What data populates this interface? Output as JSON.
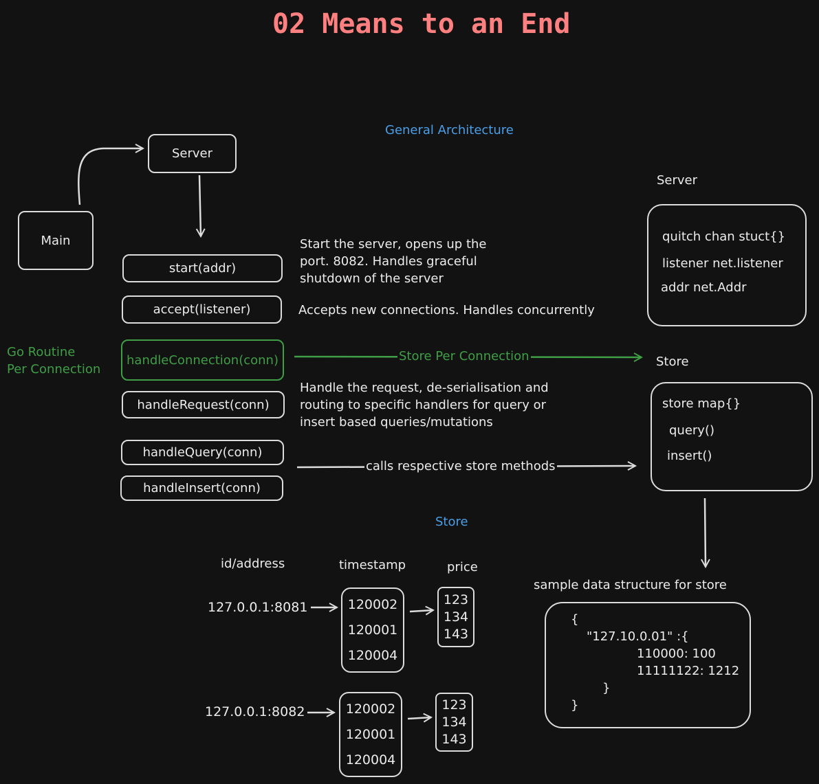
{
  "title": "02 Means to an End",
  "arch_label": "General Architecture",
  "nodes": {
    "main": "Main",
    "server": "Server",
    "start": "start(addr)",
    "accept": "accept(listener)",
    "handle_connection": "handleConnection(conn)",
    "handle_request": "handleRequest(conn)",
    "handle_query": "handleQuery(conn)",
    "handle_insert": "handleInsert(conn)"
  },
  "notes": {
    "start": "Start the server, opens up the port. 8082. Handles graceful shutdown of the server",
    "accept": "Accepts new connections. Handles concurrently",
    "request": "Handle the request, de-serialisation and routing to specific handlers for query or insert based queries/mutations",
    "go_routine": [
      "Go Routine",
      "Per Connection"
    ],
    "store_per_connection": "Store Per Connection",
    "calls_store": "calls respective store methods"
  },
  "server_struct": {
    "label": "Server",
    "fields": [
      "quitch chan stuct{}",
      "listener net.listener",
      "addr net.Addr"
    ]
  },
  "store_struct": {
    "label": "Store",
    "fields": [
      "store map{}",
      "query()",
      "insert()"
    ]
  },
  "store_section": {
    "label": "Store",
    "headers": [
      "id/address",
      "timestamp",
      "price"
    ],
    "rows": [
      {
        "address": "127.0.0.1:8081",
        "timestamps": [
          "120002",
          "120001",
          "120004"
        ],
        "prices": [
          "123",
          "134",
          "143"
        ]
      },
      {
        "address": "127.0.0.1:8082",
        "timestamps": [
          "120002",
          "120001",
          "120004"
        ],
        "prices": [
          "123",
          "134",
          "143"
        ]
      }
    ]
  },
  "sample": {
    "label": "sample data structure for store",
    "lines": [
      "{",
      "\"127.10.0.01\" :{",
      "110000: 100",
      "11111122: 1212",
      "}",
      "}"
    ]
  },
  "colors": {
    "title": "#ff8080",
    "accent_blue": "#4a9fe8",
    "accent_green": "#3f9e46",
    "stroke": "#dcdcdc",
    "background": "#121212"
  }
}
